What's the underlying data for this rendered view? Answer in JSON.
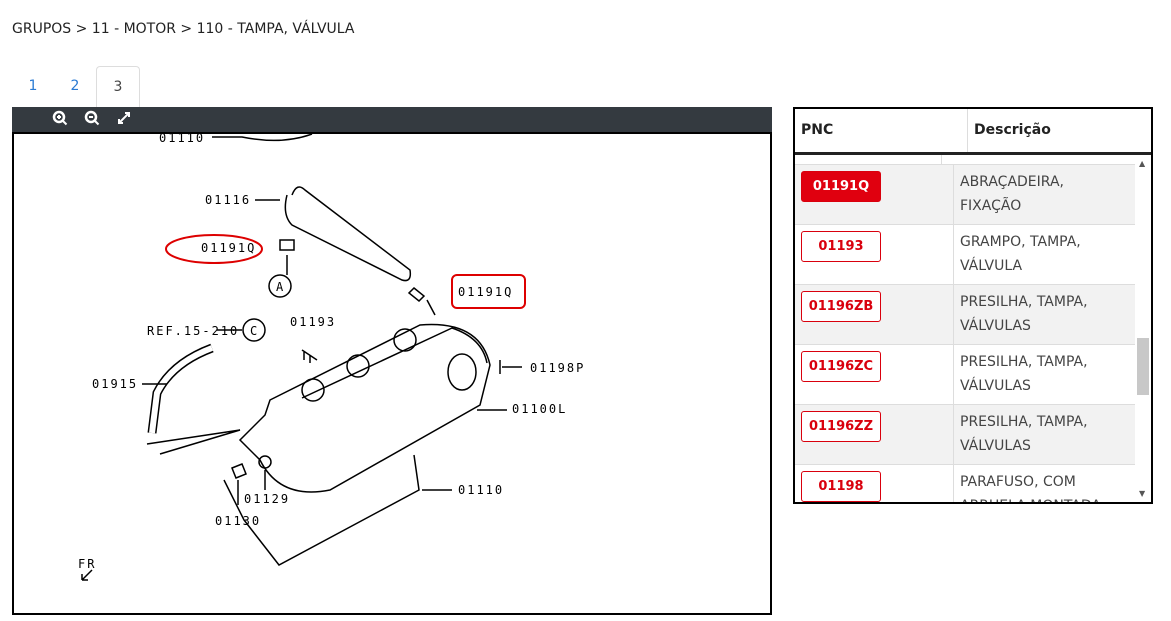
{
  "breadcrumb": "GRUPOS > 11 - MOTOR > 110 - TAMPA, VÁLVULA",
  "tabs": [
    {
      "label": "1"
    },
    {
      "label": "2"
    },
    {
      "label": "3",
      "active": true
    }
  ],
  "toolbar": {
    "zoom_in": "zoom-in-icon",
    "zoom_out": "zoom-out-icon",
    "fullscreen": "expand-icon"
  },
  "diagram": {
    "labels": [
      "01110",
      "01116",
      "01191Q",
      "A",
      "01191Q",
      "REF.15-210",
      "C",
      "01193",
      "01198P",
      "01915",
      "01100L",
      "01129",
      "01110",
      "01130",
      "FR"
    ]
  },
  "table": {
    "headers": {
      "pnc": "PNC",
      "desc": "Descrição"
    },
    "rows": [
      {
        "pnc": "01191Q",
        "desc": "ABRAÇADEIRA, FIXAÇÃO",
        "selected": true
      },
      {
        "pnc": "01193",
        "desc": "GRAMPO, TAMPA, VÁLVULA"
      },
      {
        "pnc": "01196ZB",
        "desc": "PRESILHA, TAMPA, VÁLVULAS"
      },
      {
        "pnc": "01196ZC",
        "desc": "PRESILHA, TAMPA, VÁLVULAS"
      },
      {
        "pnc": "01196ZZ",
        "desc": "PRESILHA, TAMPA, VÁLVULAS"
      },
      {
        "pnc": "01198",
        "desc": "PARAFUSO, COM ARRUELA MONTADA, AÇO BAIXO CARBONO"
      }
    ]
  },
  "colors": {
    "accent": "#e0000f",
    "toolbar": "#343a40"
  }
}
